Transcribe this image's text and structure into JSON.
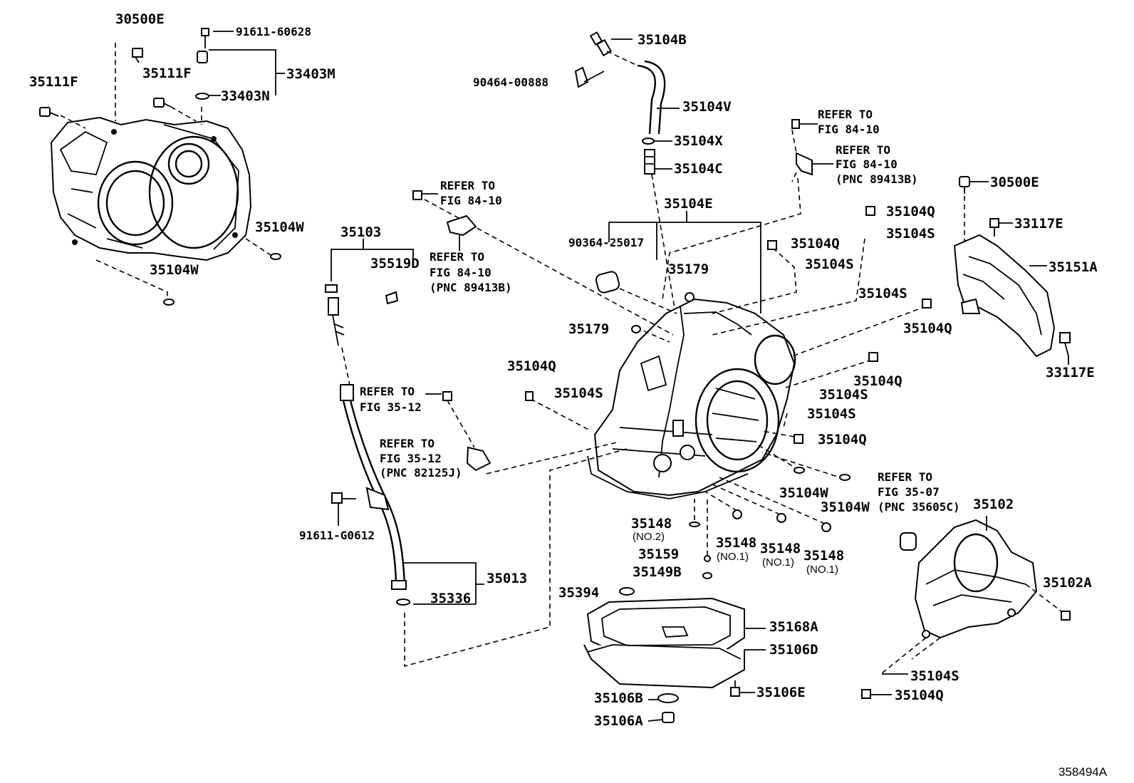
{
  "figure_number": "358494A",
  "labels": {
    "l30500E_a": "30500E",
    "l91611_60628": "91611-60628",
    "l35111F_a": "35111F",
    "l35111F_b": "35111F",
    "l33403M": "33403M",
    "l33403N": "33403N",
    "l35104W_a": "35104W",
    "l35104W_b": "35104W",
    "l35104B": "35104B",
    "l90464_00888": "90464-00888",
    "l35104V": "35104V",
    "l35104X": "35104X",
    "l35104C": "35104C",
    "l35104E": "35104E",
    "l90364_25017": "90364-25017",
    "l35179_a": "35179",
    "l35179_b": "35179",
    "l35103": "35103",
    "l35519D": "35519D",
    "l35104Q_a": "35104Q",
    "l35104S_a": "35104S",
    "l35104Q_b": "35104Q",
    "l35104S_b": "35104S",
    "l35104S_c": "35104S",
    "l35104Q_c": "35104Q",
    "l35104Q_d": "35104Q",
    "l35104S_d": "35104S",
    "l35104S_e": "35104S",
    "l35104Q_e": "35104Q",
    "l35104S_f": "35104S",
    "l35104Q_f": "35104Q",
    "l30500E_b": "30500E",
    "l33117E_a": "33117E",
    "l35151A": "35151A",
    "l33117E_b": "33117E",
    "l35104W_c": "35104W",
    "l35104W_d": "35104W",
    "l35148_a": "35148",
    "l35148_b": "35148",
    "l35148_c": "35148",
    "l35148_d": "35148",
    "l35159": "35159",
    "l35149B": "35149B",
    "l35394": "35394",
    "l35168A": "35168A",
    "l35106D": "35106D",
    "l35106B": "35106B",
    "l35106E": "35106E",
    "l35106A": "35106A",
    "l35013": "35013",
    "l35336": "35336",
    "l91611_G0612": "91611-G0612",
    "l35102": "35102",
    "l35102A": "35102A",
    "l35104S_g": "35104S",
    "l35104Q_g": "35104Q"
  },
  "sublabels": {
    "no2": "(NO.2)",
    "no1_a": "(NO.1)",
    "no1_b": "(NO.1)",
    "no1_c": "(NO.1)"
  },
  "references": {
    "r1_a": "REFER TO",
    "r1_b": "FIG 84-10",
    "r2_a": "REFER TO",
    "r2_b": "FIG 84-10",
    "r2_c": "(PNC 89413B)",
    "r3_a": "REFER TO",
    "r3_b": "FIG 84-10",
    "r4_a": "REFER TO",
    "r4_b": "FIG 84-10",
    "r4_c": "(PNC 89413B)",
    "r5_a": "REFER TO",
    "r5_b": "FIG 35-12",
    "r6_a": "REFER TO",
    "r6_b": "FIG 35-12",
    "r6_c": "(PNC 82125J)",
    "r7_a": "REFER TO",
    "r7_b": "FIG 35-07",
    "r7_c": "(PNC 35605C)"
  }
}
